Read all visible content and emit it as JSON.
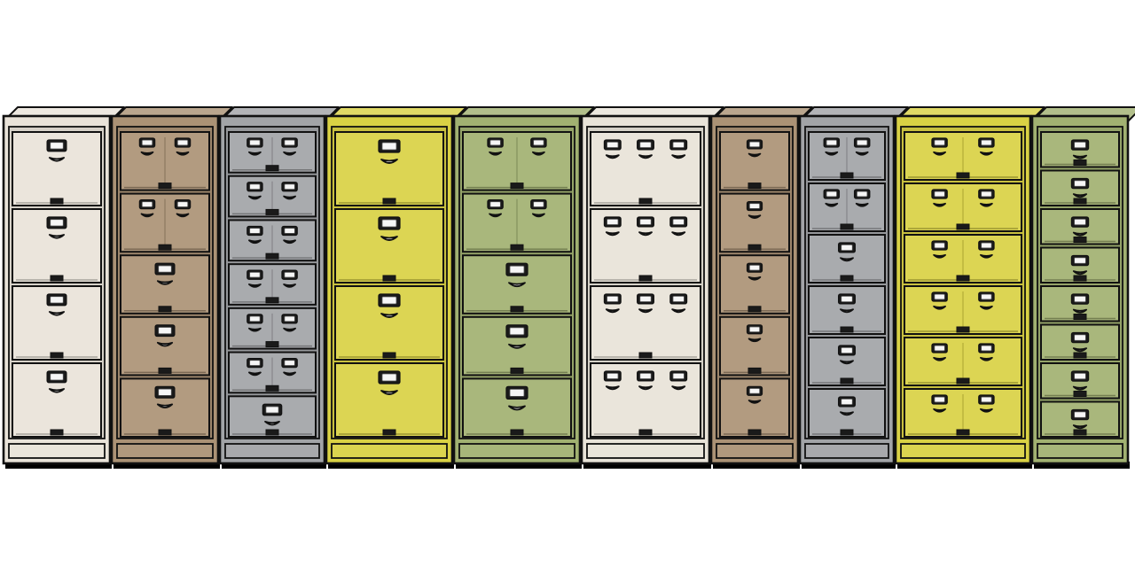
{
  "colors": {
    "outline": "#111111",
    "background": "#ffffff",
    "shadow": "#000000",
    "handle": "#f3f3f3",
    "label_frame": "#1a1a1a",
    "label_card": "#f6f6f6"
  },
  "cabinets": [
    {
      "name": "cabinet-1",
      "color": "#e9e3d9",
      "drawers": [
        {
          "type": "single"
        },
        {
          "type": "single"
        },
        {
          "type": "single"
        },
        {
          "type": "single"
        }
      ]
    },
    {
      "name": "cabinet-2",
      "color": "#ab9275",
      "drawers": [
        {
          "type": "double"
        },
        {
          "type": "double"
        },
        {
          "type": "single"
        },
        {
          "type": "single"
        },
        {
          "type": "single"
        }
      ]
    },
    {
      "name": "cabinet-3",
      "color": "#a2a4a7",
      "drawers": [
        {
          "type": "double"
        },
        {
          "type": "double"
        },
        {
          "type": "double"
        },
        {
          "type": "double"
        },
        {
          "type": "double"
        },
        {
          "type": "double"
        },
        {
          "type": "single"
        }
      ]
    },
    {
      "name": "cabinet-4",
      "color": "#d9d144",
      "drawers": [
        {
          "type": "single"
        },
        {
          "type": "single"
        },
        {
          "type": "single"
        },
        {
          "type": "single"
        }
      ]
    },
    {
      "name": "cabinet-5",
      "color": "#a1b171",
      "drawers": [
        {
          "type": "double"
        },
        {
          "type": "double"
        },
        {
          "type": "single"
        },
        {
          "type": "single"
        },
        {
          "type": "single"
        }
      ]
    },
    {
      "name": "cabinet-6",
      "color": "#e8e3d8",
      "drawers": [
        {
          "type": "triple"
        },
        {
          "type": "triple"
        },
        {
          "type": "triple"
        },
        {
          "type": "triple"
        }
      ]
    },
    {
      "name": "cabinet-7",
      "color": "#ab9275",
      "drawers": [
        {
          "type": "single"
        },
        {
          "type": "single"
        },
        {
          "type": "single"
        },
        {
          "type": "single"
        },
        {
          "type": "single"
        }
      ]
    },
    {
      "name": "cabinet-8",
      "color": "#a2a4a7",
      "drawers": [
        {
          "type": "double"
        },
        {
          "type": "double"
        },
        {
          "type": "single"
        },
        {
          "type": "single"
        },
        {
          "type": "single"
        },
        {
          "type": "single"
        }
      ]
    },
    {
      "name": "cabinet-9",
      "color": "#d9d144",
      "drawers": [
        {
          "type": "double"
        },
        {
          "type": "double"
        },
        {
          "type": "double"
        },
        {
          "type": "double"
        },
        {
          "type": "double"
        },
        {
          "type": "double"
        }
      ]
    },
    {
      "name": "cabinet-10",
      "color": "#a1b171",
      "drawers": [
        {
          "type": "single"
        },
        {
          "type": "single"
        },
        {
          "type": "single"
        },
        {
          "type": "single"
        },
        {
          "type": "single"
        },
        {
          "type": "single"
        },
        {
          "type": "single"
        },
        {
          "type": "single"
        }
      ]
    }
  ]
}
